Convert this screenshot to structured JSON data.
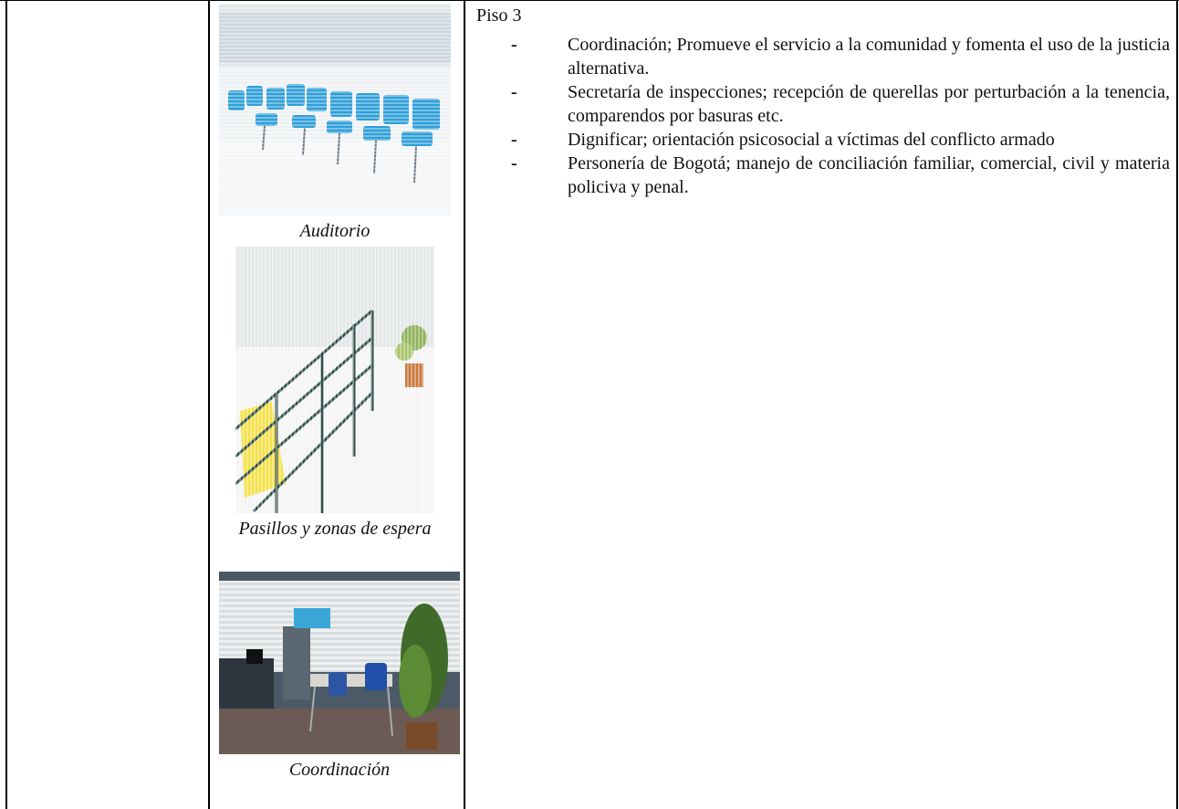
{
  "photos": [
    {
      "caption": "Auditorio"
    },
    {
      "caption": "Pasillos y zonas de espera"
    },
    {
      "caption": "Coordinación"
    }
  ],
  "section": {
    "title": "Piso 3",
    "items": [
      "Coordinación; Promueve el servicio a la comunidad y fomenta el uso de la justicia alternativa.",
      "Secretaría de inspecciones; recepción de querellas por perturbación a la tenencia, comparendos por basuras etc.",
      "Dignificar; orientación psicosocial a víctimas del conflicto armado",
      "Personería de Bogotá; manejo de conciliación familiar, comercial, civil y materia policiva y penal."
    ],
    "bullet": "-"
  }
}
